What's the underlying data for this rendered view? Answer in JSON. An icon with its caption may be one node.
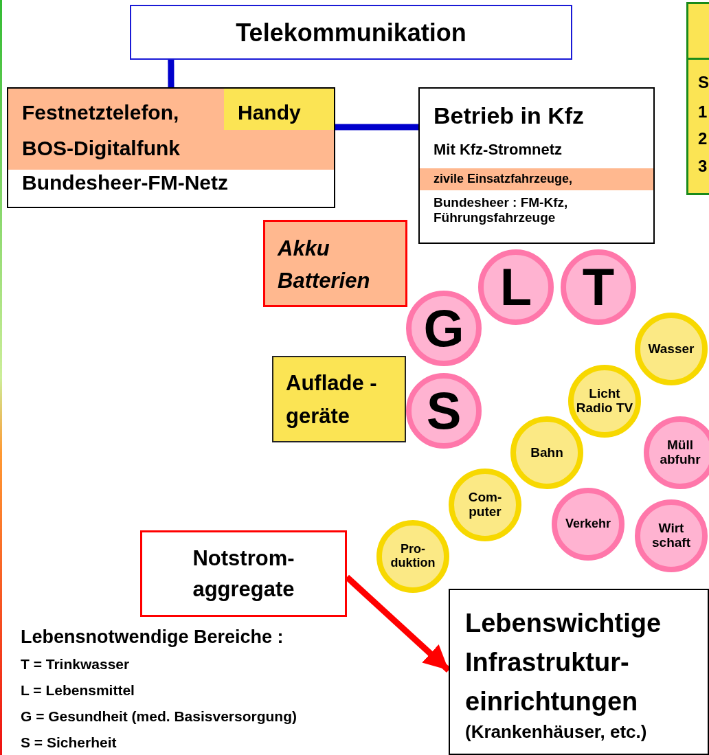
{
  "diagram": {
    "nodes": [
      {
        "text": [
          "Telekommunikation"
        ]
      },
      {
        "text": [
          "Festnetztelefon,",
          "Handy",
          "BOS-Digitalfunk",
          "Bundesheer-FM-Netz"
        ]
      },
      {
        "text": [
          "Betrieb in Kfz",
          "Mit Kfz-Stromnetz",
          "zivile Einsatzfahrzeuge,",
          "Bundesheer : FM-Kfz, Führungsfahrzeuge"
        ]
      },
      {
        "text": [
          "Akku Batterien"
        ]
      },
      {
        "text": [
          "Auflade -geräte"
        ]
      },
      {
        "text": [
          "L"
        ]
      },
      {
        "text": [
          "T"
        ]
      },
      {
        "text": [
          "G"
        ]
      },
      {
        "text": [
          "S"
        ]
      },
      {
        "text": [
          "Wasser"
        ]
      },
      {
        "text": [
          "Licht Radio TV"
        ]
      },
      {
        "text": [
          "Bahn"
        ]
      },
      {
        "text": [
          "Müll abfuhr"
        ]
      },
      {
        "text": [
          "Com- puter"
        ]
      },
      {
        "text": [
          "Verkehr"
        ]
      },
      {
        "text": [
          "Wirt schaft"
        ]
      },
      {
        "text": [
          "Pro- duktion"
        ]
      },
      {
        "text": [
          "Notstrom- aggregate"
        ]
      },
      {
        "text": [
          "Lebenswichtige Infrastruktur- einrichtungen",
          "(Krankenhäuser, etc.)"
        ]
      },
      {
        "text": [
          "S",
          "1",
          "2",
          "3"
        ]
      }
    ],
    "edges": [
      {
        "from": 0,
        "to": 1,
        "arrow": "none"
      },
      {
        "from": 1,
        "to": 2,
        "arrow": "none"
      },
      {
        "from": 17,
        "to": 18,
        "arrow": "to",
        "color": "#ff0000"
      }
    ],
    "labels": [
      "Lebensnotwendige Bereiche :",
      "T = Trinkwasser",
      "L = Lebensmittel",
      "G = Gesundheit (med. Basisversorgung)",
      "S = Sicherheit"
    ]
  }
}
